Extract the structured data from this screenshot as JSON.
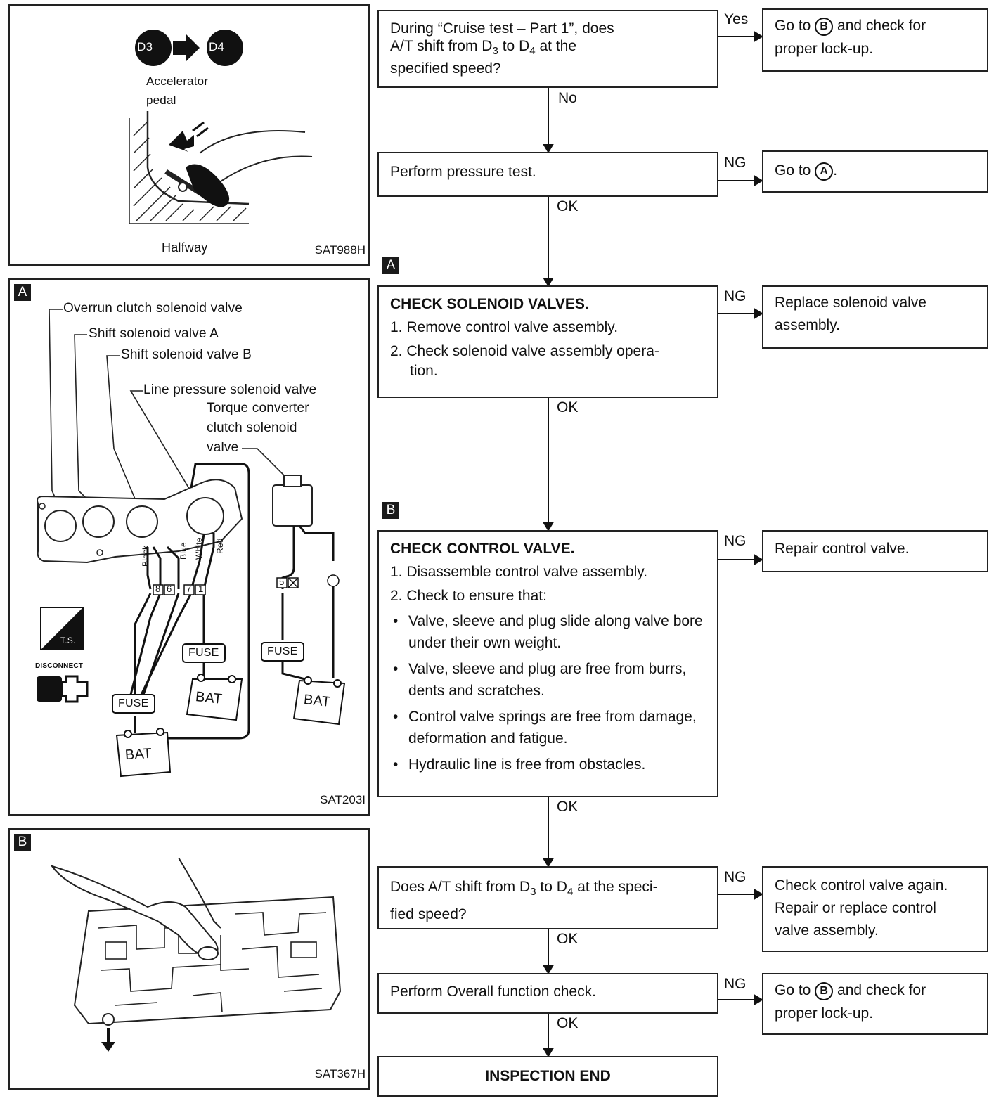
{
  "figure1": {
    "caption_icon_from": "D3",
    "caption_icon_to": "D4",
    "label_line1": "Accelerator",
    "label_line2": "pedal",
    "bottom_label": "Halfway",
    "code": "SAT988H"
  },
  "figure2": {
    "tag": "A",
    "labels": [
      "Overrun clutch solenoid valve",
      "Shift solenoid valve A",
      "Shift solenoid valve B",
      "Line pressure solenoid valve",
      "Torque converter",
      "clutch solenoid",
      "valve"
    ],
    "wire_colors": [
      "Black",
      "Blue",
      "White",
      "Red"
    ],
    "terminals": [
      "8",
      "6",
      "7",
      "1",
      "5"
    ],
    "fuse": "FUSE",
    "bat": "BAT",
    "ts": "T.S.",
    "disconnect": "DISCONNECT",
    "code": "SAT203I"
  },
  "figure3": {
    "tag": "B",
    "code": "SAT367H"
  },
  "flow": {
    "q1": {
      "line1": "During “Cruise test – Part 1”, does",
      "line2a": "A/T shift from D",
      "sub3": "3",
      "line2b": " to D",
      "sub4": "4",
      "line2c": " at the",
      "line3": "specified speed?"
    },
    "q1_yes": "Yes",
    "q1_yes_result": {
      "pre": "Go to ",
      "ref": "B",
      "post": " and check for",
      "line2": "proper lock-up."
    },
    "q1_no": "No",
    "pressure": "Perform pressure test.",
    "pressure_ng": "NG",
    "pressure_ng_result": {
      "pre": "Go to ",
      "ref": "A",
      "post": "."
    },
    "pressure_ok": "OK",
    "tag_a": "A",
    "solenoid": {
      "title": "CHECK SOLENOID VALVES.",
      "step1": "1. Remove control valve assembly.",
      "step2a": "2. Check solenoid valve assembly opera-",
      "step2b": "tion."
    },
    "solenoid_ng": "NG",
    "solenoid_ng_result": {
      "line1": "Replace solenoid valve",
      "line2": "assembly."
    },
    "solenoid_ok": "OK",
    "tag_b": "B",
    "control": {
      "title": "CHECK CONTROL VALVE.",
      "step1": "1. Disassemble control valve assembly.",
      "step2": "2. Check to ensure that:",
      "bullets": [
        "Valve, sleeve and plug slide along valve bore under their own weight.",
        "Valve, sleeve and plug are free from burrs, dents and scratches.",
        "Control valve springs are free from damage, deformation and fatigue.",
        "Hydraulic line is free from obstacles."
      ]
    },
    "control_ng": "NG",
    "control_ng_result": "Repair control valve.",
    "control_ok": "OK",
    "q2": {
      "a": "Does A/T shift from D",
      "sub3": "3",
      "b": " to D",
      "sub4": "4",
      "c": " at the speci-",
      "line2": "fied speed?"
    },
    "q2_ng": "NG",
    "q2_ng_result": {
      "line1": "Check control valve again.",
      "line2": "Repair or replace control",
      "line3": "valve assembly."
    },
    "q2_ok": "OK",
    "overall": "Perform Overall function check.",
    "overall_ng": "NG",
    "overall_ng_result": {
      "pre": "Go to ",
      "ref": "B",
      "post": " and check for",
      "line2": "proper lock-up."
    },
    "overall_ok": "OK",
    "end": "INSPECTION END"
  }
}
